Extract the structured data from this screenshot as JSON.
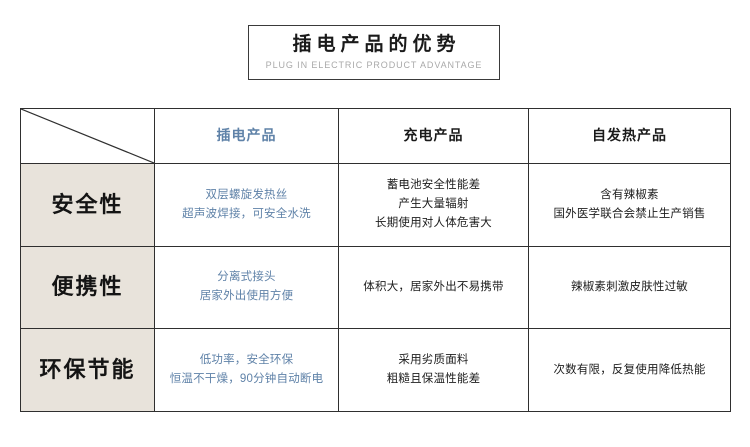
{
  "header": {
    "title_cn": "插电产品的优势",
    "title_en": "PLUG IN ELECTRIC PRODUCT ADVANTAGE"
  },
  "colors": {
    "accent_blue": "#5f82a8",
    "category_bg": "#e8e3db",
    "border": "#2f2f2f",
    "subtitle_gray": "#a9a9a9"
  },
  "table": {
    "columns": [
      {
        "key": "category",
        "label": ""
      },
      {
        "key": "plug_in",
        "label": "插电产品"
      },
      {
        "key": "rechargeable",
        "label": "充电产品"
      },
      {
        "key": "self_heating",
        "label": "自发热产品"
      }
    ],
    "rows": [
      {
        "category": "安全性",
        "plug_in": [
          "双层螺旋发热丝",
          "超声波焊接，可安全水洗"
        ],
        "rechargeable": [
          "蓄电池安全性能差",
          "产生大量辐射",
          "长期使用对人体危害大"
        ],
        "self_heating": [
          "含有辣椒素",
          "国外医学联合会禁止生产销售"
        ]
      },
      {
        "category": "便携性",
        "plug_in": [
          "分离式接头",
          "居家外出使用方便"
        ],
        "rechargeable": [
          "体积大，居家外出不易携带"
        ],
        "self_heating": [
          "辣椒素刺激皮肤性过敏"
        ]
      },
      {
        "category": "环保节能",
        "plug_in": [
          "低功率，安全环保",
          "恒温不干燥，90分钟自动断电"
        ],
        "rechargeable": [
          "采用劣质面料",
          "粗糙且保温性能差"
        ],
        "self_heating": [
          "次数有限，反复使用降低热能"
        ]
      }
    ]
  }
}
